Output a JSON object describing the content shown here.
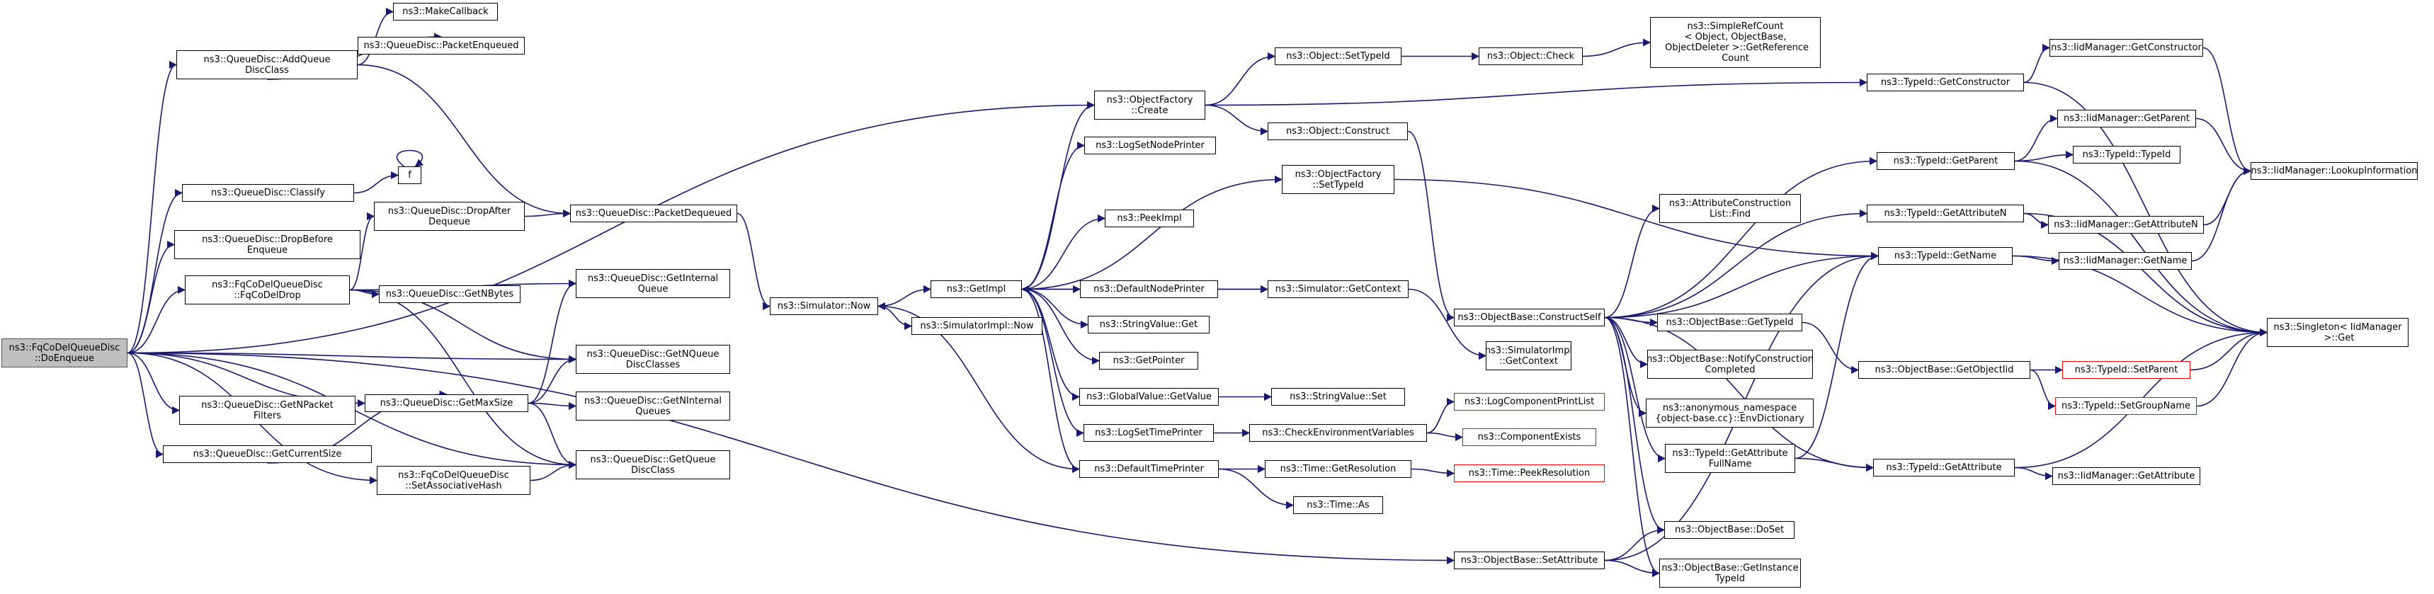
{
  "graph": {
    "root": "n0",
    "edge_color": "#191970",
    "root_fill": "#bfbfbf",
    "incomplete_border": "#ff0000",
    "nodes": [
      {
        "id": "n0",
        "label": "ns3::FqCoDelQueueDisc\n::DoEnqueue",
        "style": "root"
      },
      {
        "id": "n1",
        "label": "ns3::QueueDisc::AddQueue\nDiscClass"
      },
      {
        "id": "n2",
        "label": "ns3::MakeCallback"
      },
      {
        "id": "n3",
        "label": "ns3::QueueDisc::PacketEnqueued"
      },
      {
        "id": "n4",
        "label": "ns3::QueueDisc::PacketDequeued"
      },
      {
        "id": "n5",
        "label": "ns3::QueueDisc::Classify"
      },
      {
        "id": "n6",
        "label": "f"
      },
      {
        "id": "n7",
        "label": "ns3::QueueDisc::DropBefore\nEnqueue"
      },
      {
        "id": "n8",
        "label": "ns3::FqCoDelQueueDisc\n::FqCoDelDrop"
      },
      {
        "id": "n9",
        "label": "ns3::QueueDisc::DropAfter\nDequeue"
      },
      {
        "id": "n10",
        "label": "ns3::QueueDisc::GetNBytes"
      },
      {
        "id": "n11",
        "label": "ns3::QueueDisc::GetInternal\nQueue"
      },
      {
        "id": "n12",
        "label": "ns3::QueueDisc::GetNQueue\nDiscClasses"
      },
      {
        "id": "n13",
        "label": "ns3::QueueDisc::GetMaxSize"
      },
      {
        "id": "n14",
        "label": "ns3::QueueDisc::GetNPacket\nFilters"
      },
      {
        "id": "n15",
        "label": "ns3::QueueDisc::GetCurrentSize"
      },
      {
        "id": "n16",
        "label": "ns3::QueueDisc::GetNInternal\nQueues"
      },
      {
        "id": "n17",
        "label": "ns3::QueueDisc::GetQueue\nDiscClass"
      },
      {
        "id": "n18",
        "label": "ns3::FqCoDelQueueDisc\n::SetAssociativeHash"
      },
      {
        "id": "n19",
        "label": "ns3::Simulator::Now"
      },
      {
        "id": "n20",
        "label": "ns3::GetImpl"
      },
      {
        "id": "n21",
        "label": "ns3::SimulatorImpl::Now"
      },
      {
        "id": "n22",
        "label": "ns3::ObjectFactory\n::Create"
      },
      {
        "id": "n23",
        "label": "ns3::LogSetNodePrinter"
      },
      {
        "id": "n24",
        "label": "ns3::ObjectFactory\n::SetTypeId"
      },
      {
        "id": "n25",
        "label": "ns3::PeekImpl"
      },
      {
        "id": "n26",
        "label": "ns3::DefaultNodePrinter"
      },
      {
        "id": "n27",
        "label": "ns3::StringValue::Get"
      },
      {
        "id": "n28",
        "label": "ns3::GetPointer"
      },
      {
        "id": "n29",
        "label": "ns3::GlobalValue::GetValue"
      },
      {
        "id": "n30",
        "label": "ns3::LogSetTimePrinter"
      },
      {
        "id": "n31",
        "label": "ns3::DefaultTimePrinter"
      },
      {
        "id": "n32",
        "label": "ns3::Simulator::GetContext"
      },
      {
        "id": "n33",
        "label": "ns3::StringValue::Set"
      },
      {
        "id": "n34",
        "label": "ns3::CheckEnvironmentVariables"
      },
      {
        "id": "n35",
        "label": "ns3::Time::GetResolution"
      },
      {
        "id": "n36",
        "label": "ns3::Time::As"
      },
      {
        "id": "n37",
        "label": "ns3::Object::SetTypeId"
      },
      {
        "id": "n38",
        "label": "ns3::Object::Check"
      },
      {
        "id": "n39",
        "label": "ns3::SimpleRefCount\n< Object, ObjectBase,\n ObjectDeleter >::GetReference\nCount"
      },
      {
        "id": "n40",
        "label": "ns3::Object::Construct"
      },
      {
        "id": "n41",
        "label": "ns3::ObjectBase::ConstructSelf"
      },
      {
        "id": "n42",
        "label": "ns3::SimulatorImpl\n::GetContext"
      },
      {
        "id": "n43",
        "label": "ns3::LogComponentPrintList",
        "style": "red"
      },
      {
        "id": "n44",
        "label": "ns3::ComponentExists",
        "style": "red"
      },
      {
        "id": "n45",
        "label": "ns3::Time::PeekResolution",
        "style": "red"
      },
      {
        "id": "n46",
        "label": "ns3::ObjectBase::SetAttribute"
      },
      {
        "id": "n47",
        "label": "ns3::AttributeConstruction\nList::Find"
      },
      {
        "id": "n48",
        "label": "ns3::ObjectBase::GetTypeId"
      },
      {
        "id": "n49",
        "label": "ns3::ObjectBase::NotifyConstruction\nCompleted"
      },
      {
        "id": "n50",
        "label": "ns3::anonymous_namespace\n{object-base.cc}::EnvDictionary"
      },
      {
        "id": "n51",
        "label": "ns3::TypeId::GetAttribute\nFullName"
      },
      {
        "id": "n52",
        "label": "ns3::ObjectBase::DoSet"
      },
      {
        "id": "n53",
        "label": "ns3::ObjectBase::GetInstance\nTypeId"
      },
      {
        "id": "n54",
        "label": "ns3::TypeId::GetConstructor"
      },
      {
        "id": "n55",
        "label": "ns3::TypeId::GetParent"
      },
      {
        "id": "n56",
        "label": "ns3::TypeId::GetAttributeN"
      },
      {
        "id": "n57",
        "label": "ns3::TypeId::GetName"
      },
      {
        "id": "n58",
        "label": "ns3::ObjectBase::GetObjectIid"
      },
      {
        "id": "n59",
        "label": "ns3::TypeId::GetAttribute"
      },
      {
        "id": "n60",
        "label": "ns3::IidManager::GetConstructor"
      },
      {
        "id": "n61",
        "label": "ns3::IidManager::GetParent"
      },
      {
        "id": "n62",
        "label": "ns3::TypeId::TypeId"
      },
      {
        "id": "n63",
        "label": "ns3::IidManager::GetAttributeN"
      },
      {
        "id": "n64",
        "label": "ns3::IidManager::GetName"
      },
      {
        "id": "n65",
        "label": "ns3::TypeId::SetParent",
        "style": "red"
      },
      {
        "id": "n66",
        "label": "ns3::TypeId::SetGroupName",
        "style": "red"
      },
      {
        "id": "n67",
        "label": "ns3::IidManager::GetAttribute"
      },
      {
        "id": "n68",
        "label": "ns3::IidManager::LookupInformation"
      },
      {
        "id": "n69",
        "label": "ns3::Singleton< IidManager\n >::Get"
      }
    ],
    "edges": [
      [
        "n0",
        "n1"
      ],
      [
        "n0",
        "n5"
      ],
      [
        "n0",
        "n7"
      ],
      [
        "n0",
        "n8"
      ],
      [
        "n0",
        "n12"
      ],
      [
        "n0",
        "n13"
      ],
      [
        "n0",
        "n14"
      ],
      [
        "n0",
        "n15"
      ],
      [
        "n0",
        "n17"
      ],
      [
        "n0",
        "n18"
      ],
      [
        "n0",
        "n22"
      ],
      [
        "n0",
        "n46"
      ],
      [
        "n1",
        "n2"
      ],
      [
        "n1",
        "n3"
      ],
      [
        "n1",
        "n4"
      ],
      [
        "n5",
        "n6"
      ],
      [
        "n6",
        "n6"
      ],
      [
        "n8",
        "n9"
      ],
      [
        "n8",
        "n10"
      ],
      [
        "n8",
        "n11"
      ],
      [
        "n8",
        "n12"
      ],
      [
        "n8",
        "n17"
      ],
      [
        "n9",
        "n4"
      ],
      [
        "n4",
        "n19"
      ],
      [
        "n13",
        "n11"
      ],
      [
        "n13",
        "n12"
      ],
      [
        "n13",
        "n16"
      ],
      [
        "n13",
        "n17"
      ],
      [
        "n15",
        "n13"
      ],
      [
        "n18",
        "n17"
      ],
      [
        "n19",
        "n20"
      ],
      [
        "n19",
        "n21"
      ],
      [
        "n20",
        "n22"
      ],
      [
        "n20",
        "n23"
      ],
      [
        "n20",
        "n24"
      ],
      [
        "n20",
        "n25"
      ],
      [
        "n20",
        "n26"
      ],
      [
        "n20",
        "n27"
      ],
      [
        "n20",
        "n28"
      ],
      [
        "n20",
        "n29"
      ],
      [
        "n20",
        "n30"
      ],
      [
        "n20",
        "n31"
      ],
      [
        "n31",
        "n19"
      ],
      [
        "n32",
        "n20"
      ],
      [
        "n22",
        "n37"
      ],
      [
        "n22",
        "n40"
      ],
      [
        "n22",
        "n54"
      ],
      [
        "n24",
        "n57"
      ],
      [
        "n26",
        "n32"
      ],
      [
        "n29",
        "n33"
      ],
      [
        "n30",
        "n34"
      ],
      [
        "n31",
        "n35"
      ],
      [
        "n31",
        "n36"
      ],
      [
        "n32",
        "n42"
      ],
      [
        "n34",
        "n43"
      ],
      [
        "n34",
        "n44"
      ],
      [
        "n35",
        "n45"
      ],
      [
        "n37",
        "n38"
      ],
      [
        "n38",
        "n39"
      ],
      [
        "n40",
        "n41"
      ],
      [
        "n41",
        "n47"
      ],
      [
        "n41",
        "n48"
      ],
      [
        "n41",
        "n49"
      ],
      [
        "n41",
        "n50"
      ],
      [
        "n41",
        "n51"
      ],
      [
        "n41",
        "n52"
      ],
      [
        "n41",
        "n53"
      ],
      [
        "n41",
        "n55"
      ],
      [
        "n41",
        "n56"
      ],
      [
        "n41",
        "n57"
      ],
      [
        "n41",
        "n59"
      ],
      [
        "n46",
        "n52"
      ],
      [
        "n46",
        "n53"
      ],
      [
        "n46",
        "n57"
      ],
      [
        "n48",
        "n58"
      ],
      [
        "n51",
        "n57"
      ],
      [
        "n51",
        "n59"
      ],
      [
        "n58",
        "n65"
      ],
      [
        "n58",
        "n66"
      ],
      [
        "n54",
        "n60"
      ],
      [
        "n54",
        "n69"
      ],
      [
        "n55",
        "n61"
      ],
      [
        "n55",
        "n62"
      ],
      [
        "n55",
        "n69"
      ],
      [
        "n56",
        "n63"
      ],
      [
        "n56",
        "n69"
      ],
      [
        "n57",
        "n64"
      ],
      [
        "n57",
        "n69"
      ],
      [
        "n59",
        "n67"
      ],
      [
        "n59",
        "n69"
      ],
      [
        "n60",
        "n68"
      ],
      [
        "n61",
        "n68"
      ],
      [
        "n63",
        "n68"
      ],
      [
        "n64",
        "n68"
      ],
      [
        "n65",
        "n69"
      ],
      [
        "n66",
        "n69"
      ]
    ]
  }
}
